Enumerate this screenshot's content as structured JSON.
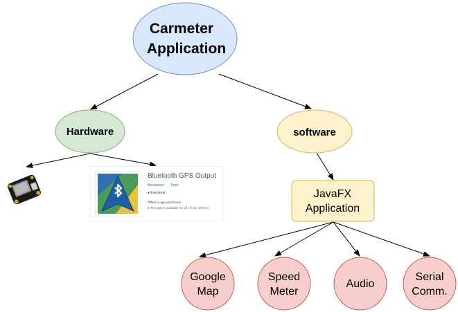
{
  "root": {
    "label_line1": "Carmeter",
    "label_line2": "Application",
    "fill": "#dae8fc",
    "stroke": "#6c8ebf"
  },
  "hardware": {
    "label": "Hardware",
    "fill": "#d5e8d4",
    "stroke": "#82b366"
  },
  "software": {
    "label": "software",
    "fill": "#fff2cc",
    "stroke": "#d6b656"
  },
  "javafx": {
    "label_line1": "JavaFX",
    "label_line2": "Application",
    "fill": "#fff2cc",
    "stroke": "#d6b656"
  },
  "leaves": [
    {
      "line1": "Google",
      "line2": "Map"
    },
    {
      "line1": "Speed",
      "line2": "Meter"
    },
    {
      "line1": "Audio",
      "line2": ""
    },
    {
      "line1": "Serial",
      "line2": "Comm."
    }
  ],
  "leaf_style": {
    "fill": "#f8cecc",
    "stroke": "#b85450"
  },
  "app_listing": {
    "title": "Bluetooth GPS Output",
    "developer": "Meowsbox",
    "category": "Tools",
    "rating": "Everyone",
    "offers": "Offers in-app purchases",
    "availability": "This app is available for all of your devices"
  },
  "images": {
    "gps_module": "gps-module-photo",
    "app_icon": "bluetooth-gps-icon"
  }
}
